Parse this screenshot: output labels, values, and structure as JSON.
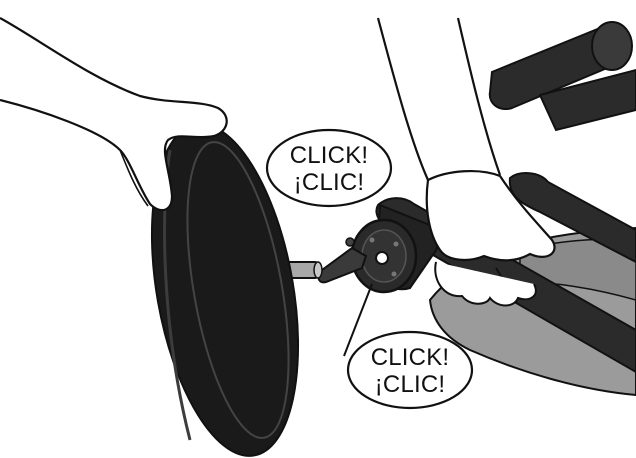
{
  "callouts": {
    "top": {
      "line1": "CLICK!",
      "line2": "¡CLIC!"
    },
    "bottom": {
      "line1": "CLICK!",
      "line2": "¡CLIC!"
    }
  },
  "colors": {
    "outline": "#111111",
    "tire": "#1a1a1a",
    "frame": "#2b2b2b",
    "seat_fabric": "#9b9b9b",
    "axle": "#a8a8a8",
    "background": "#ffffff"
  }
}
